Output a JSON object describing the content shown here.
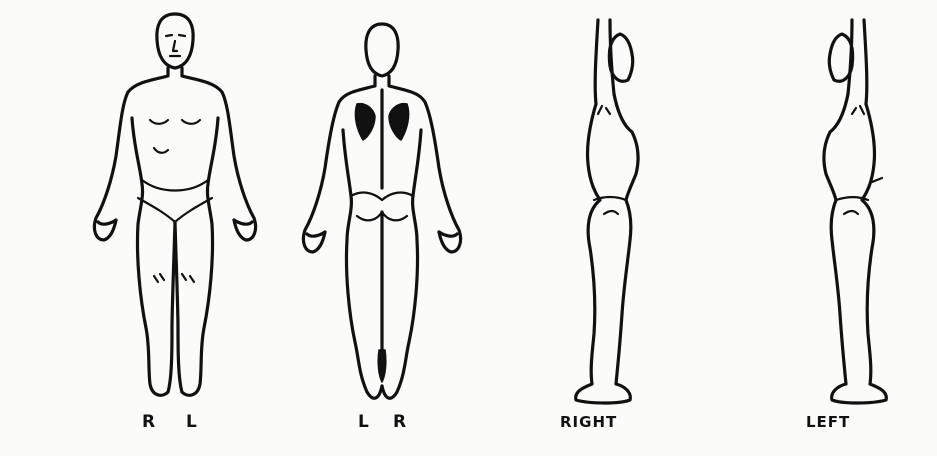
{
  "figures": {
    "front": {
      "labels": {
        "right": "R",
        "left": "L"
      }
    },
    "back": {
      "labels": {
        "left": "L",
        "right": "R"
      }
    },
    "right_side": {
      "label": "RIGHT"
    },
    "left_side": {
      "label": "LEFT"
    }
  }
}
